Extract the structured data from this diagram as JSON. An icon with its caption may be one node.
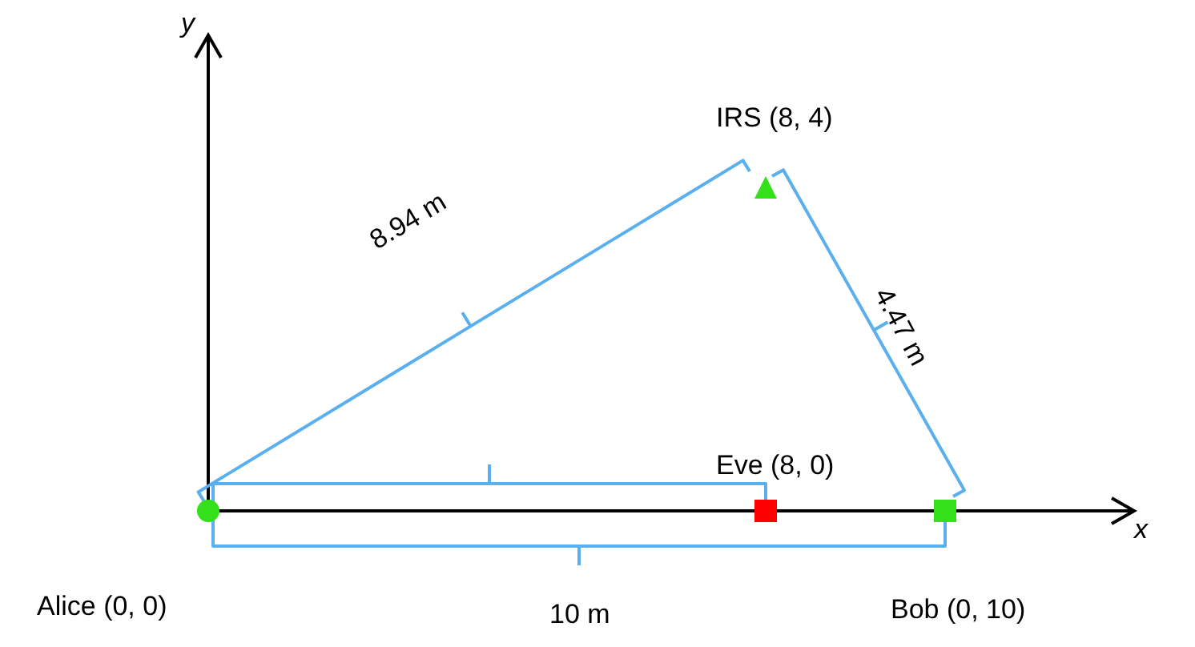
{
  "diagram": {
    "nodes": [
      {
        "text": [],
        "shape": "circle",
        "beside": [
          "Alice (0, 0)"
        ]
      },
      {
        "text": [],
        "shape": "triangle",
        "beside": [
          "IRS (8, 4)"
        ]
      },
      {
        "text": [],
        "shape": "box",
        "beside": [
          "Eve (8, 0)"
        ]
      },
      {
        "text": [],
        "shape": "box",
        "beside": [
          "Bob (0, 10)"
        ]
      }
    ],
    "labels": [
      "y",
      "8.94 m",
      "4.47 m",
      "x",
      "10 m"
    ]
  }
}
